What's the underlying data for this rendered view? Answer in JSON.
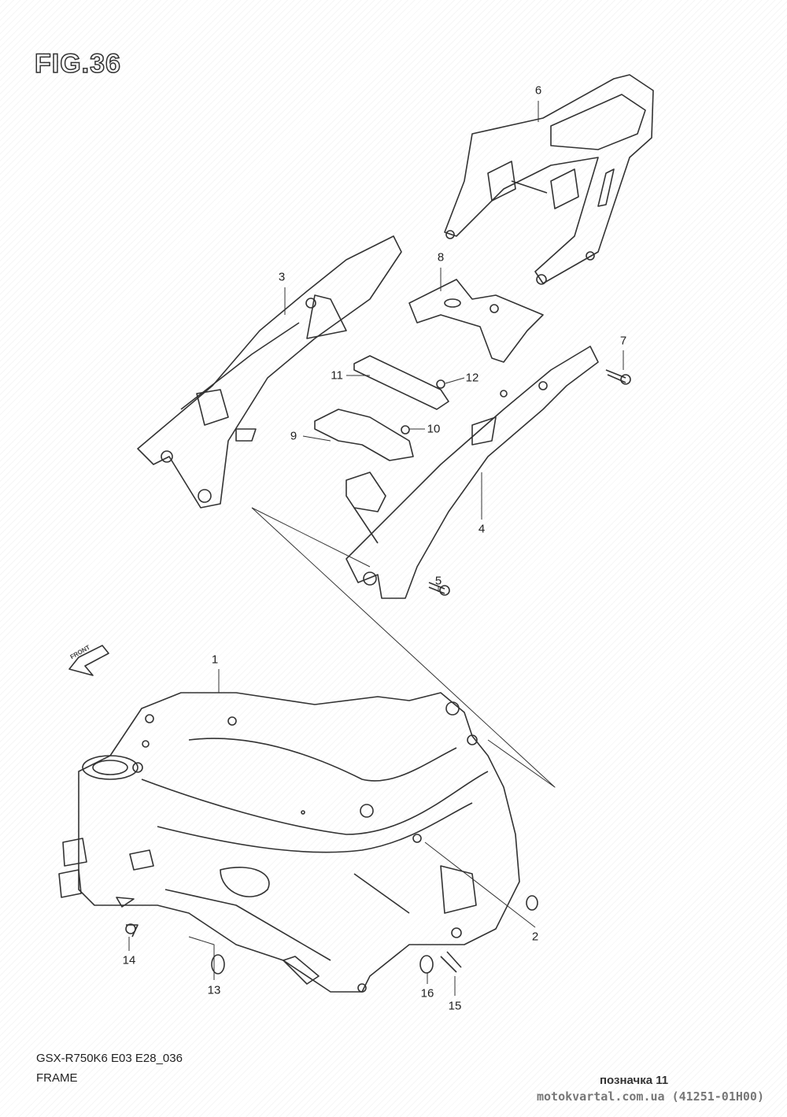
{
  "figure": {
    "label": "FIG.36"
  },
  "callouts": [
    "1",
    "2",
    "3",
    "4",
    "5",
    "6",
    "7",
    "8",
    "9",
    "10",
    "11",
    "12",
    "13",
    "14",
    "15",
    "16"
  ],
  "front_arrow": {
    "label": "FRONT",
    "icon": "front-direction-arrow-icon"
  },
  "footer": {
    "model": "GSX-R750K6 E03 E28_036",
    "title": "FRAME",
    "tag": "позначка 11",
    "site": "motokvartal.com.ua (41251-01H00)"
  }
}
